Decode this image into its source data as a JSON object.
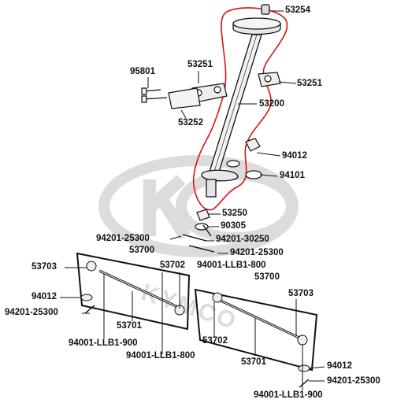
{
  "watermark": {
    "text": "KYMCO",
    "color": "#dcdcdc"
  },
  "highlight_color": "#e01010",
  "parts": [
    {
      "id": "p53254",
      "code": "53254"
    },
    {
      "id": "p95801",
      "code": "95801"
    },
    {
      "id": "p53251a",
      "code": "53251"
    },
    {
      "id": "p53251b",
      "code": "53251"
    },
    {
      "id": "p53200",
      "code": "53200"
    },
    {
      "id": "p53252",
      "code": "53252"
    },
    {
      "id": "p94012a",
      "code": "94012"
    },
    {
      "id": "p94101",
      "code": "94101"
    },
    {
      "id": "p53250",
      "code": "53250"
    },
    {
      "id": "p90305",
      "code": "90305"
    },
    {
      "id": "p94201a",
      "code": "94201-25300"
    },
    {
      "id": "p94201b",
      "code": "94201-30250"
    },
    {
      "id": "p94201c",
      "code": "94201-25300"
    },
    {
      "id": "p53700a",
      "code": "53700"
    },
    {
      "id": "p94001a",
      "code": "94001-LLB1-800"
    },
    {
      "id": "p53703a",
      "code": "53703"
    },
    {
      "id": "p53702a",
      "code": "53702"
    },
    {
      "id": "p53700b",
      "code": "53700"
    },
    {
      "id": "p94012b",
      "code": "94012"
    },
    {
      "id": "p53703b",
      "code": "53703"
    },
    {
      "id": "p94201d",
      "code": "94201-25300"
    },
    {
      "id": "p53701a",
      "code": "53701"
    },
    {
      "id": "p94001b",
      "code": "94001-LLB1-900"
    },
    {
      "id": "p94001c",
      "code": "94001-LLB1-800"
    },
    {
      "id": "p53702b",
      "code": "53702"
    },
    {
      "id": "p53701b",
      "code": "53701"
    },
    {
      "id": "p94012c",
      "code": "94012"
    },
    {
      "id": "p94201e",
      "code": "94201-25300"
    },
    {
      "id": "p94001d",
      "code": "94001-LLB1-900"
    }
  ]
}
